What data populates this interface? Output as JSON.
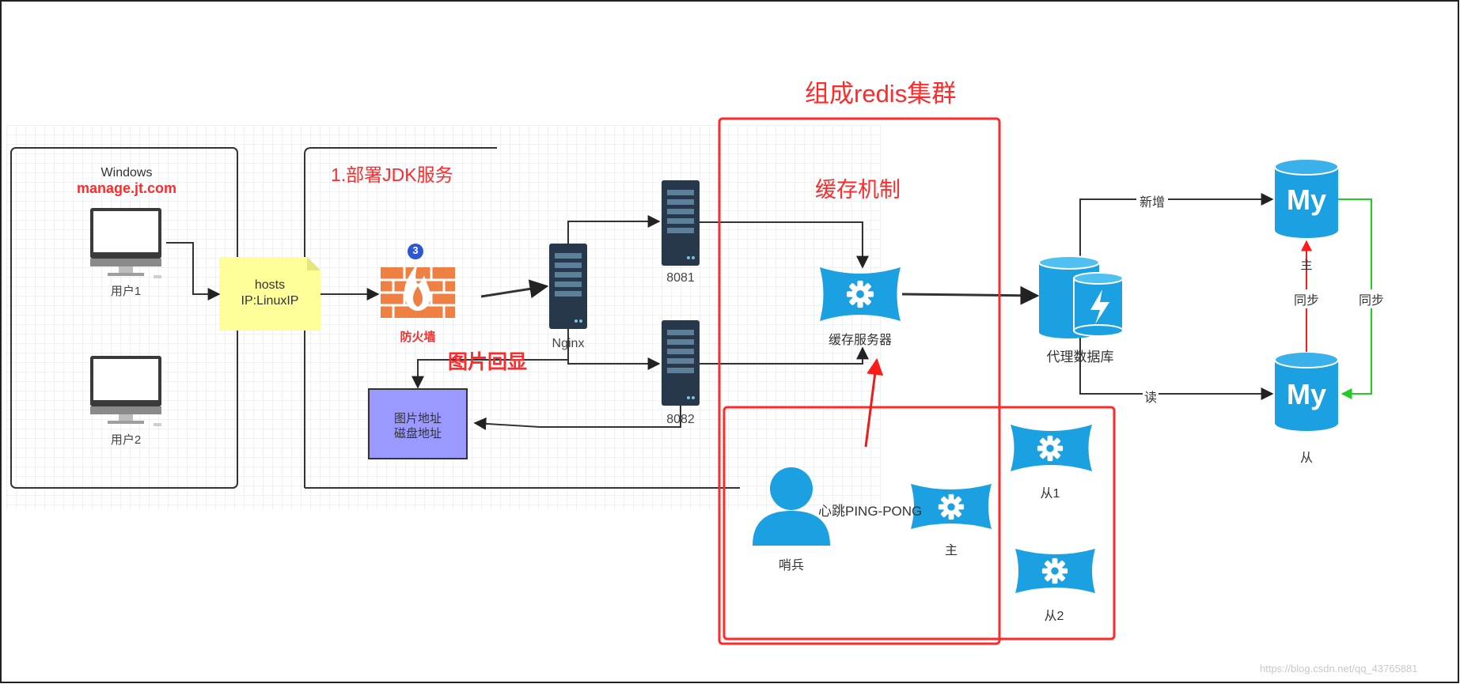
{
  "title": "组成redis集群",
  "labels": {
    "deploy": "1.部署JDK服务",
    "cache_mechanism": "缓存机制",
    "windows": "Windows",
    "domain": "manage.jt.com",
    "user1": "用户1",
    "user2": "用户2",
    "hosts_line1": "hosts",
    "hosts_line2": "IP:LinuxIP",
    "badge": "3",
    "firewall": "防火墙",
    "nginx": "Nginx",
    "tomcat1": "8081",
    "tomcat2": "8082",
    "image_echo": "图片回显",
    "storage_line1": "图片地址",
    "storage_line2": "磁盘地址",
    "cache_server": "缓存服务器",
    "proxy_db": "代理数据库",
    "insert": "新增",
    "read": "读",
    "sync1": "同步",
    "sync2": "同步",
    "master_db_char": "主",
    "slave_db": "从",
    "my": "My",
    "heartbeat": "心跳PING-PONG",
    "sentinel": "哨兵",
    "redis_master": "主",
    "redis_slave1": "从1",
    "redis_slave2": "从2",
    "watermark": "https://blog.csdn.net/qq_43765881"
  },
  "colors": {
    "red": "#ff2a2a",
    "blue": "#1ba1e2",
    "arrow": "#333333",
    "green": "#22cc22",
    "note": "#ffff99",
    "storage": "#9999ff",
    "server": "#27384a",
    "firewall": "#ef8044"
  }
}
